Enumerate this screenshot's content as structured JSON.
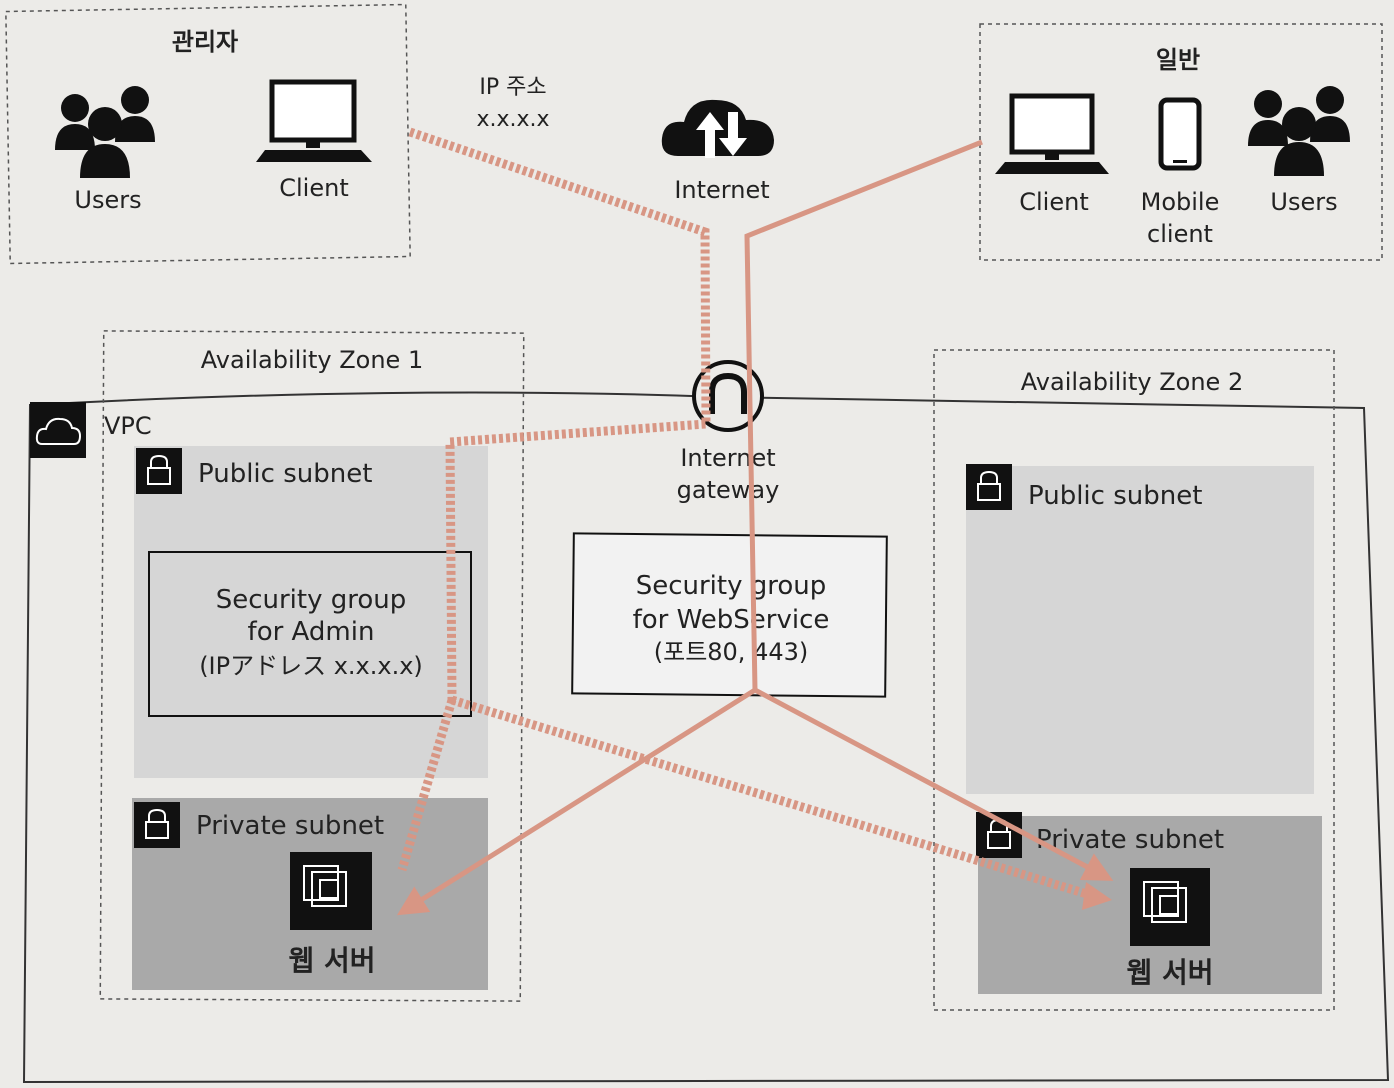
{
  "admin_group": {
    "title": "관리자",
    "users_label": "Users",
    "client_label": "Client"
  },
  "general_group": {
    "title": "일반",
    "client_label": "Client",
    "mobile_label_1": "Mobile",
    "mobile_label_2": "client",
    "users_label": "Users"
  },
  "ip_label": {
    "line1": "IP 주소",
    "line2": "x.x.x.x"
  },
  "internet": {
    "label": "Internet",
    "icon": "cloud-upload-download-icon"
  },
  "vpc": {
    "label": "VPC",
    "icon": "vpc-cloud-icon"
  },
  "gateway": {
    "line1": "Internet",
    "line2": "gateway",
    "icon": "internet-gateway-icon"
  },
  "zone1": {
    "label": "Availability Zone 1",
    "public_subnet": "Public subnet",
    "private_subnet": "Private subnet",
    "server_label": "웹 서버",
    "sg_line1": "Security group",
    "sg_line2": "for Admin",
    "sg_line3": "(IPアドレス x.x.x.x)"
  },
  "zone2": {
    "label": "Availability Zone 2",
    "public_subnet": "Public subnet",
    "private_subnet": "Private subnet",
    "server_label": "웹 서버"
  },
  "web_sg": {
    "line1": "Security group",
    "line2": "for WebService",
    "line3": "(포트80, 443)"
  },
  "colors": {
    "flow": "#d89684",
    "dashed_flow": "#d89684",
    "public_subnet_fill": "#d6d6d6",
    "private_subnet_fill": "#a9a9a9",
    "icon_dark": "#111111"
  }
}
